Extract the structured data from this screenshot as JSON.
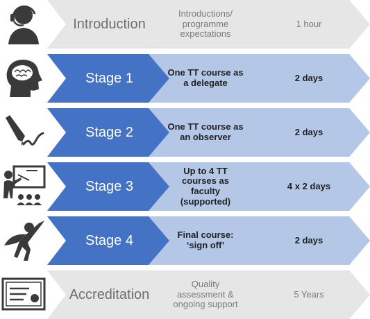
{
  "rows": [
    {
      "style": "grey",
      "icon": "headset-person-icon",
      "title": "Introduction",
      "description": "Introductions/ programme expectations",
      "duration": "1 hour"
    },
    {
      "style": "blue",
      "icon": "brain-head-icon",
      "title": "Stage 1",
      "description": "One TT course as a delegate",
      "duration": "2 days"
    },
    {
      "style": "blue",
      "icon": "pen-signature-icon",
      "title": "Stage 2",
      "description": "One TT course as an observer",
      "duration": "2 days"
    },
    {
      "style": "blue",
      "icon": "presenter-audience-icon",
      "title": "Stage 3",
      "description": "Up to 4 TT courses as faculty (supported)",
      "duration": "4 x 2 days"
    },
    {
      "style": "blue",
      "icon": "superhero-icon",
      "title": "Stage 4",
      "description": "Final course: ‘sign off’",
      "duration": "2 days"
    },
    {
      "style": "grey",
      "icon": "certificate-icon",
      "title": "Accreditation",
      "description": "Quality assessment & ongoing support",
      "duration": "5 Years"
    }
  ],
  "colors": {
    "dark_blue": "#4472c4",
    "light_blue": "#b4c7e7",
    "grey": "#e6e6e6",
    "icon": "#3a3a3a"
  }
}
